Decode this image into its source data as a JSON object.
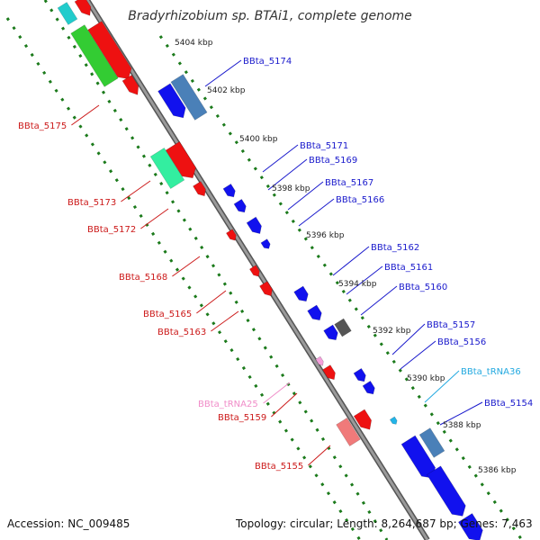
{
  "title": "Bradyrhizobium sp. BTAi1, complete genome",
  "footer": {
    "accession": "Accession: NC_009485",
    "topology": "Topology: circular; Length: 8,264,687 bp; Genes: 7,463"
  },
  "colors": {
    "backbone": "#9a9a9a",
    "backbone_edge": "#555555",
    "tick": "#1b7a1b",
    "scale_text": "#222222",
    "label_blue": "#1a1acc",
    "label_red": "#cc1a1a",
    "label_cyan": "#23a9e0",
    "label_pink": "#f08cc8"
  },
  "scale_labels": [
    "5404 kbp",
    "5402 kbp",
    "5400 kbp",
    "5398 kbp",
    "5396 kbp",
    "5394 kbp",
    "5392 kbp",
    "5390 kbp",
    "5388 kbp",
    "5386 kbp"
  ],
  "labels": {
    "reverse_strand": [
      "BBta_5175",
      "BBta_5173",
      "BBta_5172",
      "BBta_5168",
      "BBta_5165",
      "BBta_5163",
      "BBta_tRNA25",
      "BBta_5159",
      "BBta_5155"
    ],
    "forward_strand": [
      "BBta_5174",
      "BBta_5171",
      "BBta_5169",
      "BBta_5167",
      "BBta_5166",
      "BBta_5162",
      "BBta_5161",
      "BBta_5160",
      "BBta_5157",
      "BBta_5156",
      "BBta_tRNA36",
      "BBta_5154"
    ]
  },
  "feature_colors": {
    "cds_reverse": "#ee1111",
    "cds_forward": "#1111ee",
    "operon_green": "#33cc33",
    "operon_mint": "#33eea0",
    "operon_cyan": "#22cccc",
    "operon_steel": "#4a80b8",
    "operon_pink": "#f07a7a",
    "pseudo_gray": "#555555",
    "trna_pink": "#f5a0dc",
    "trna_cyan": "#22b4e8"
  }
}
